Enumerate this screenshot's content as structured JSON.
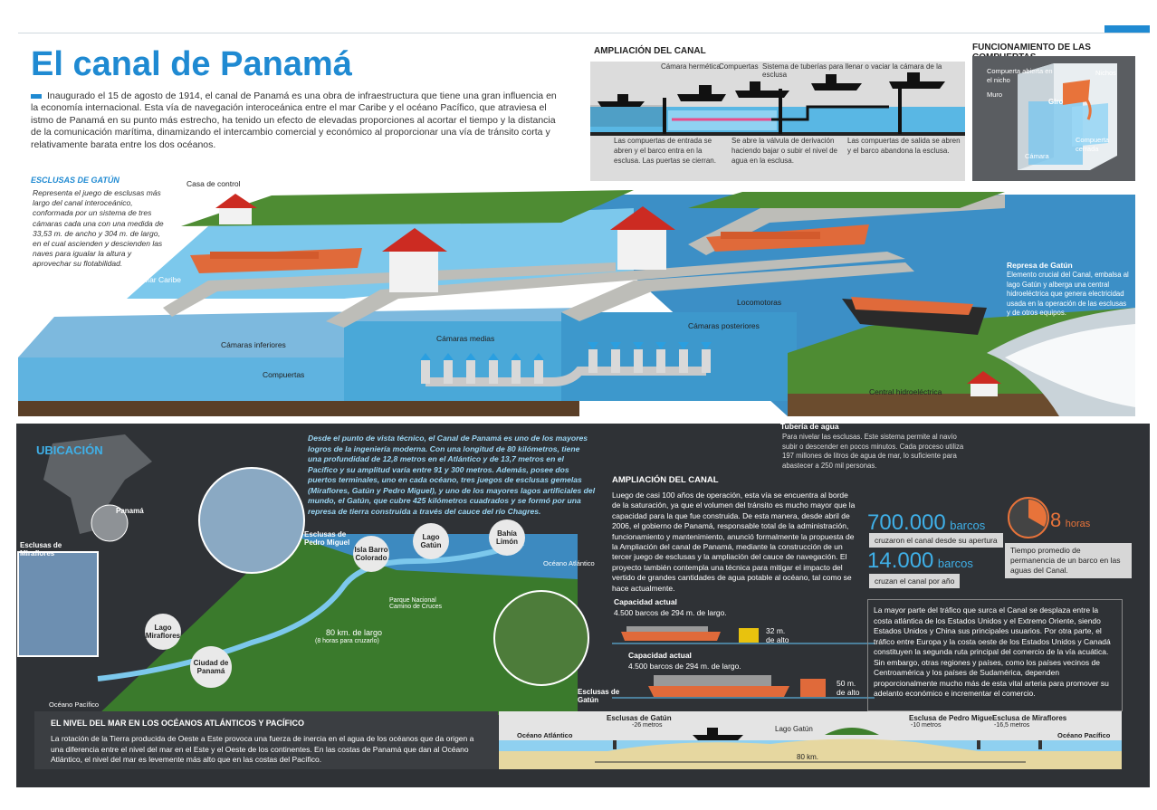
{
  "header": {
    "title": "El canal de Panamá",
    "intro": "Inaugurado el 15 de agosto de 1914, el canal de Panamá es una obra de infraestructura que tiene una gran influencia en la economía internacional. Esta vía de navegación interoceánica entre el mar Caribe y el océano Pacífico, que atraviesa el istmo de Panamá en su punto más estrecho, ha tenido un efecto de elevadas proporciones al acortar el tiempo y la distancia de la comunicación marítima, dinamizando el intercambio comercial y económico al proporcionar una vía de tránsito corta y relativamente barata entre los dos océanos."
  },
  "ampliacion_diagram": {
    "title": "AMPLIACIÓN DEL CANAL",
    "labels": [
      "Cámara hermética",
      "Compuertas",
      "Sistema de tuberías para llenar o vaciar la cámara de la esclusa"
    ],
    "captions": [
      "Las compuertas de entrada se abren y el barco entra en la esclusa. Las puertas se cierran.",
      "Se abre la válvula de derivación haciendo bajar o subir el nivel de agua en la esclusa.",
      "Las compuertas de salida se abren y el barco abandona la esclusa."
    ]
  },
  "compuertas": {
    "title": "FUNCIONAMIENTO DE LAS COMPUERTAS",
    "labels": [
      "Compuerta abierta en el nicho",
      "Nichos",
      "Muro",
      "Giro",
      "Compuerta cerrada",
      "Cámara"
    ]
  },
  "gatun": {
    "title": "ESCLUSAS DE GATÚN",
    "text": "Representa el juego de esclusas más largo del canal interoceánico, conformada por un sistema de tres cámaras cada una con una medida de 33,53 m. de ancho y 304 m. de largo, en el cual ascienden y descienden las naves para igualar la altura y aprovechar su flotabilidad."
  },
  "illustration": {
    "casa_control": "Casa de control",
    "mar_caribe": "Mar Caribe",
    "camaras_inferiores": "Cámaras inferiores",
    "camaras_medias": "Cámaras medias",
    "camaras_posteriores": "Cámaras posteriores",
    "locomotoras": "Locomotoras",
    "compuertas": "Compuertas",
    "central": "Central hidroeléctrica",
    "represa_title": "Represa de Gatún",
    "represa_text": "Elemento crucial del Canal, embalsa al lago Gatún y alberga una central hidroeléctrica que genera electricidad usada en la operación de las esclusas y de otros equipos.",
    "tuberia_title": "Tubería de agua",
    "tuberia_text": "Para nivelar las esclusas. Este sistema permite al navío subir o descender en pocos minutos. Cada proceso utiliza 197 millones de litros de agua de mar, lo suficiente para abastecer a 250 mil personas."
  },
  "ubicacion": {
    "title": "UBICACIÓN",
    "text": "Desde el punto de vista técnico, el Canal de Panamá es uno de los mayores logros de la ingeniería moderna. Con una longitud de 80 kilómetros, tiene una profundidad de 12,8 metros en el Atlántico y de 13,7 metros en el Pacífico y su amplitud varía entre 91 y 300 metros. Además, posee dos puertos terminales, uno en cada océano, tres juegos de esclusas gemelas (Miraflores, Gatún y Pedro Miguel), y uno de los mayores lagos artificiales del mundo, el Gatún, que cubre 425 kilómetros cuadrados y se formó por una represa de tierra construida a través del cauce del río Chagres.",
    "panama": "Panamá",
    "miraflores": "Esclusas de Miraflores",
    "pedro_miguel": "Esclusas de Pedro Miguel",
    "isla": "Isla Barro Colorado",
    "lago_gatun": "Lago Gatún",
    "bahia": "Bahía Limón",
    "oceano_atlantico": "Océano Atlántico",
    "parque": "Parque Nacional Camino de Cruces",
    "lago_miraflores": "Lago Miraflores",
    "length": "80 km. de largo",
    "length_sub": "(8 horas para cruzarlo)",
    "ciudad": "Ciudad de Panamá",
    "oceano_pacifico": "Océano Pacífico",
    "esclusas_gatun": "Esclusas de Gatún"
  },
  "ampliacion_text": {
    "title": "AMPLIACIÓN DEL CANAL",
    "text": "Luego de casi 100 años de operación, esta vía se encuentra al borde de la saturación, ya que el volumen del tránsito es mucho mayor que la capacidad para la que fue construida. De esta manera, desde abril de 2006, el gobierno de Panamá, responsable total de la administración, funcionamiento y mantenimiento, anunció formalmente la propuesta de la Ampliación del canal de Panamá, mediante la construcción de un tercer juego de esclusas y la ampliación del cauce de navegación. El proyecto también contempla una técnica para mitigar el impacto del vertido de grandes cantidades de agua potable al océano, tal como se hace actualmente.",
    "cap1_title": "Capacidad actual",
    "cap1_text": "4.500 barcos de 294 m. de largo.",
    "cap1_height": "32 m. de alto",
    "cap2_title": "Capacidad actual",
    "cap2_text": "4.500 barcos de 294 m. de largo.",
    "cap2_height": "50 m. de alto"
  },
  "stats": {
    "s1_num": "700.000",
    "s1_unit": "barcos",
    "s1_label": "cruzaron el canal desde su apertura",
    "s2_num": "14.000",
    "s2_unit": "barcos",
    "s2_label": "cruzan el canal por año",
    "hours_num": "8",
    "hours_unit": "horas",
    "hours_label": "Tiempo promedio de permanencia de un barco en las aguas del Canal.",
    "clock_fraction": 0.333
  },
  "trafico": {
    "text": "La mayor parte del tráfico que surca el Canal se desplaza entre la costa atlántica de los Estados Unidos y el Extremo Oriente, siendo Estados Unidos y China sus principales usuarios. Por otra parte, el tráfico entre Europa y la costa oeste de los Estados Unidos y Canadá constituyen la segunda ruta principal del comercio de la vía acuática. Sin embargo, otras regiones y países, como los países vecinos de Centroamérica y los países de Sudamérica, dependen proporcionalmente mucho más de esta vital arteria para promover su adelanto económico e incrementar el comercio."
  },
  "nivel": {
    "title": "EL NIVEL DEL MAR EN LOS OCÉANOS ATLÁNTICOS Y PACÍFICO",
    "text": "La rotación de la Tierra producida de Oeste a Este provoca una fuerza de inercia en el agua de los océanos que da origen a una diferencia entre el nivel del mar en el Este y el Oeste de los continentes. En las costas de Panamá que dan al Océano Atlántico, el nivel del mar es levemente más alto que en las costas del Pacífico.",
    "oc_atl": "Océano Atlántico",
    "gatun": "Esclusas de Gatún",
    "gatun_depth": "-26 metros",
    "lago": "Lago Gatún",
    "pedro": "Esclusa de Pedro Miguel",
    "pedro_depth": "-10 metros",
    "mira": "Esclusa de Miraflores",
    "mira_depth": "-16,5 metros",
    "oc_pac": "Océano Pacífico",
    "distance": "80 km."
  },
  "colors": {
    "accent": "#1f8ad2",
    "dark_panel": "#2f3236",
    "water": "#4aa8d8",
    "orange": "#e8733a"
  }
}
